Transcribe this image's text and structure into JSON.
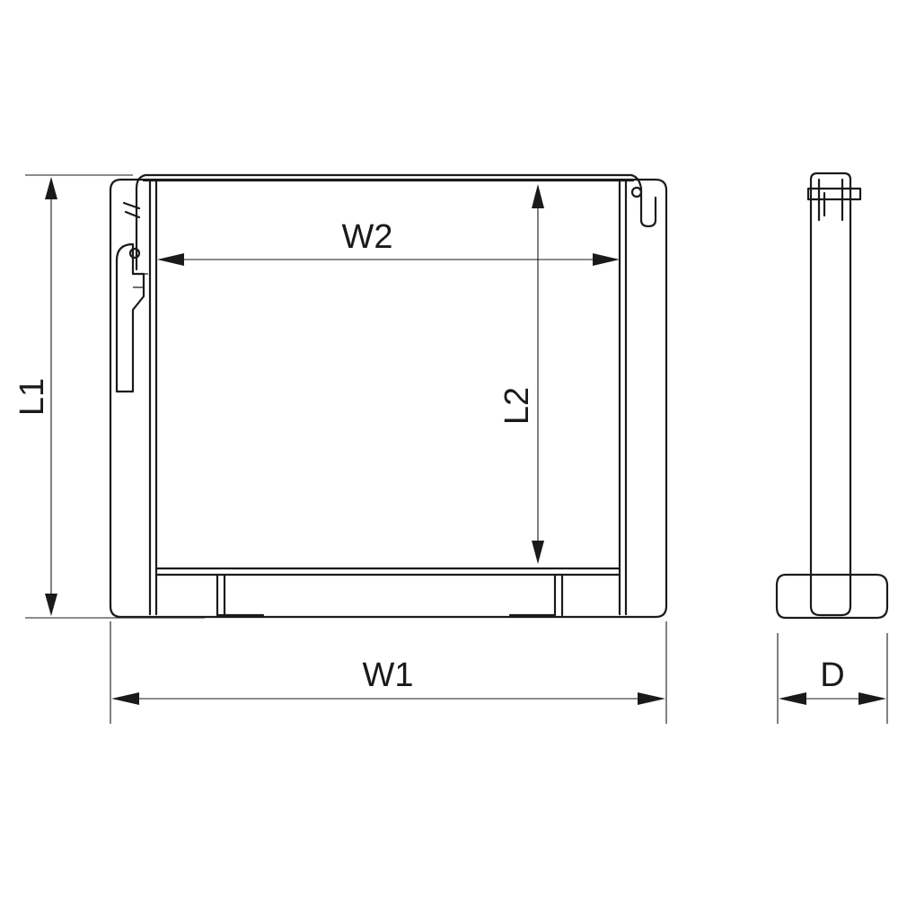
{
  "labels": {
    "w1": "W1",
    "w2": "W2",
    "l1": "L1",
    "l2": "L2",
    "d": "D"
  },
  "colors": {
    "line": "#1a1a1a",
    "background": "#ffffff"
  }
}
